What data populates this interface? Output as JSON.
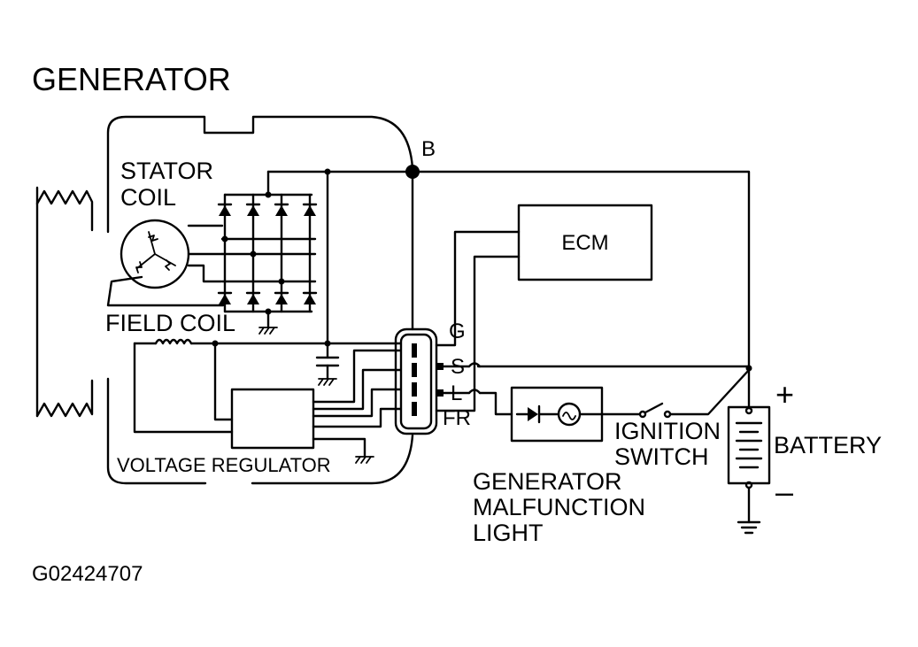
{
  "diagram": {
    "title": "GENERATOR",
    "figure_code": "G02424707",
    "labels": {
      "stator_line1": "STATOR",
      "stator_line2": "COIL",
      "field_coil": "FIELD COIL",
      "voltage_regulator": "VOLTAGE REGULATOR",
      "terminal_b": "B",
      "terminal_g": "G",
      "terminal_s": "S",
      "terminal_l": "L",
      "terminal_fr": "FR",
      "ecm": "ECM",
      "light_line1": "GENERATOR",
      "light_line2": "MALFUNCTION",
      "light_line3": "LIGHT",
      "ignition_line1": "IGNITION",
      "ignition_line2": "SWITCH",
      "battery": "BATTERY",
      "plus": "+",
      "minus": "–"
    }
  },
  "colors": {
    "ink": "#000000",
    "paper": "#ffffff"
  }
}
